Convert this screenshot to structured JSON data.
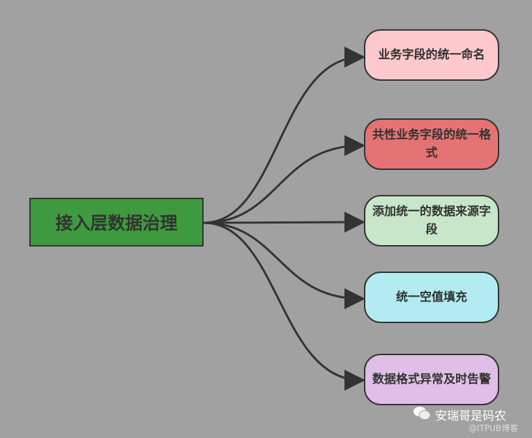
{
  "root": {
    "label": "接入层数据治理",
    "color": "#3e9a3e"
  },
  "children": [
    {
      "label": "业务字段的统一命名",
      "color": "#fdc9cc"
    },
    {
      "label": "共性业务字段的统一格式",
      "color": "#e57373"
    },
    {
      "label": "添加统一的数据来源字段",
      "color": "#c8e6c9"
    },
    {
      "label": "统一空值填充",
      "color": "#b2ebf2"
    },
    {
      "label": "数据格式异常及时告警",
      "color": "#e1bee7"
    }
  ],
  "watermark": {
    "name": "安瑞哥是码农",
    "source": "@ITPUB博客",
    "icon": "wechat-icon"
  }
}
